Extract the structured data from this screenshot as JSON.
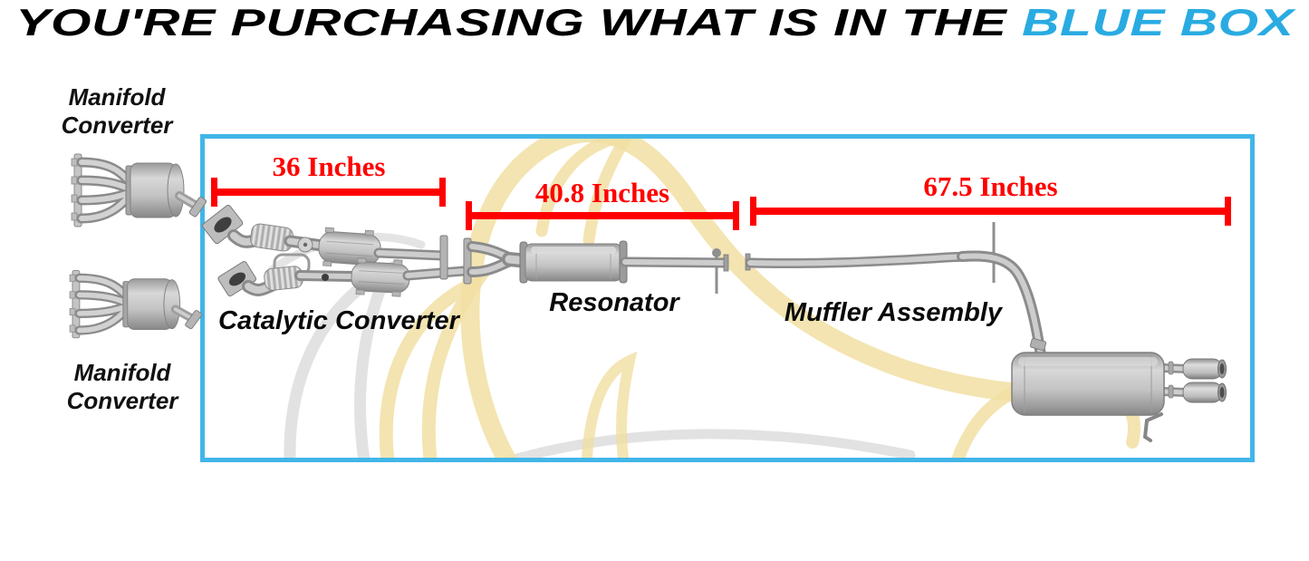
{
  "header": {
    "prefix": "YOU'RE PURCHASING WHAT IS IN THE",
    "highlight": "BLUE BOX"
  },
  "colors": {
    "highlight_blue": "#29abe2",
    "box_border_blue": "#41b6e8",
    "measure_red": "#ff0000"
  },
  "left_panel": {
    "top_label_line1": "Manifold",
    "top_label_line2": "Converter",
    "bottom_label_line1": "Manifold",
    "bottom_label_line2": "Converter"
  },
  "box": {
    "measurements": {
      "catalytic": "36 Inches",
      "resonator": "40.8 Inches",
      "muffler": "67.5 Inches"
    },
    "part_labels": {
      "catalytic": "Catalytic Converter",
      "resonator": "Resonator",
      "muffler": "Muffler Assembly"
    },
    "icons": {
      "watermark": "horse-logo-watermark",
      "diagram": "exhaust-system-diagram",
      "manifold_top": "manifold-converter-icon",
      "manifold_bottom": "manifold-converter-icon"
    }
  }
}
